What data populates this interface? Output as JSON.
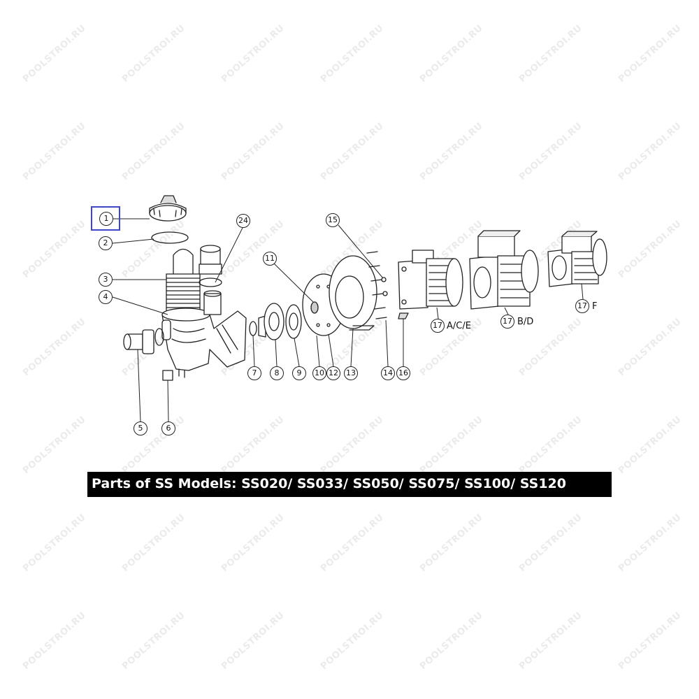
{
  "watermark": "POOLSTROI.RU",
  "caption": "Parts of SS Models: SS020/ SS033/ SS050/ SS075/ SS100/ SS120",
  "highlight_color": "#3f47c9",
  "callouts": [
    {
      "id": "1",
      "label": "1"
    },
    {
      "id": "2",
      "label": "2"
    },
    {
      "id": "3",
      "label": "3"
    },
    {
      "id": "4",
      "label": "4"
    },
    {
      "id": "5",
      "label": "5"
    },
    {
      "id": "6",
      "label": "6"
    },
    {
      "id": "7",
      "label": "7"
    },
    {
      "id": "8",
      "label": "8"
    },
    {
      "id": "9",
      "label": "9"
    },
    {
      "id": "10",
      "label": "10"
    },
    {
      "id": "11",
      "label": "11"
    },
    {
      "id": "12",
      "label": "12"
    },
    {
      "id": "13",
      "label": "13"
    },
    {
      "id": "14",
      "label": "14"
    },
    {
      "id": "15",
      "label": "15"
    },
    {
      "id": "16",
      "label": "16"
    },
    {
      "id": "17a",
      "label": "17",
      "suffix": "A/C/E"
    },
    {
      "id": "17b",
      "label": "17",
      "suffix": "B/D"
    },
    {
      "id": "17c",
      "label": "17",
      "suffix": "F"
    },
    {
      "id": "24",
      "label": "24"
    }
  ]
}
